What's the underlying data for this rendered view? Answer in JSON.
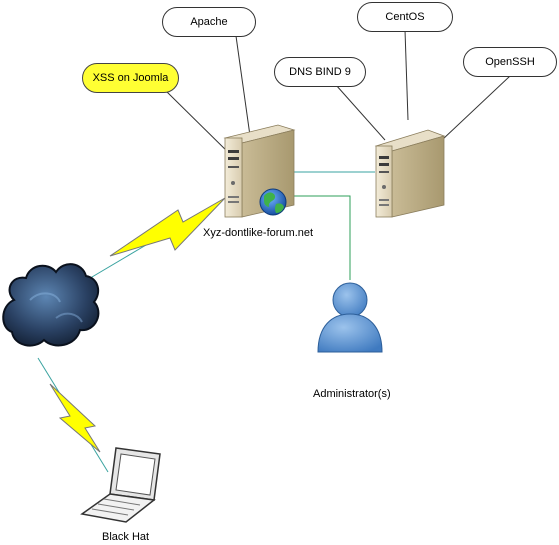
{
  "nodes": {
    "apache": "Apache",
    "xss": "XSS on Joomla",
    "centos": "CentOS",
    "dns": "DNS BIND 9",
    "openssh": "OpenSSH",
    "web_server": "Xyz-dontlike-forum.net",
    "admin": "Administrator(s)",
    "attacker": "Black Hat"
  },
  "colors": {
    "highlight": "#ffff33",
    "link_line": "#3aa3a0",
    "lightning": "#ffff00",
    "cloud": "#1f2e45"
  },
  "icons": {
    "server": "server-icon",
    "globe": "globe-icon",
    "cloud": "cloud-icon",
    "user": "user-icon",
    "laptop": "laptop-icon",
    "lightning": "lightning-icon"
  }
}
